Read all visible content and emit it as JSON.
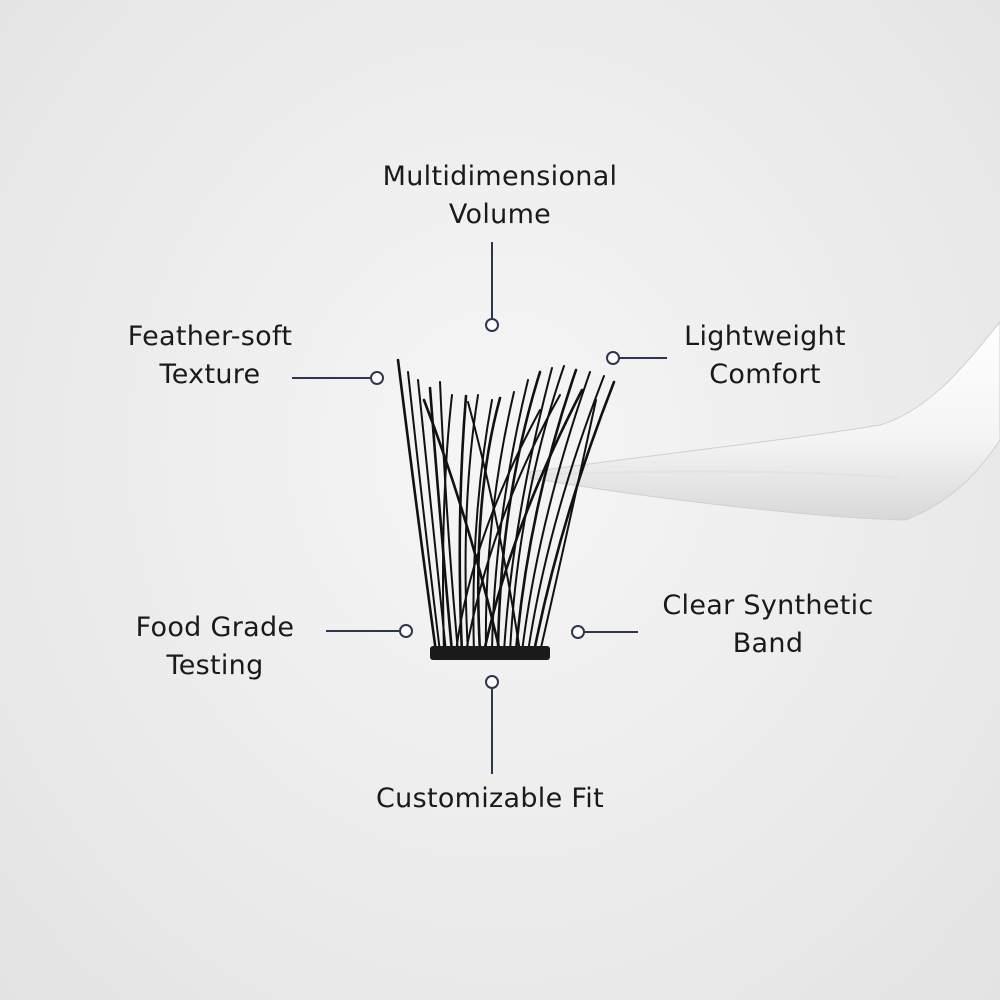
{
  "callouts": {
    "multidimensional_volume": {
      "line1": "Multidimensional",
      "line2": "Volume"
    },
    "feather_soft_texture": {
      "line1": "Feather-soft",
      "line2": "Texture"
    },
    "lightweight_comfort": {
      "line1": "Lightweight",
      "line2": "Comfort"
    },
    "food_grade_testing": {
      "line1": "Food Grade",
      "line2": "Testing"
    },
    "clear_synthetic_band": {
      "line1": "Clear Synthetic",
      "line2": "Band"
    },
    "customizable_fit": {
      "line1": "Customizable Fit"
    }
  },
  "colors": {
    "callout_line": "#2e3550",
    "lash": "#111111",
    "background": "#ececec"
  },
  "icons": [
    "lash-cluster-image",
    "tweezers-image"
  ]
}
